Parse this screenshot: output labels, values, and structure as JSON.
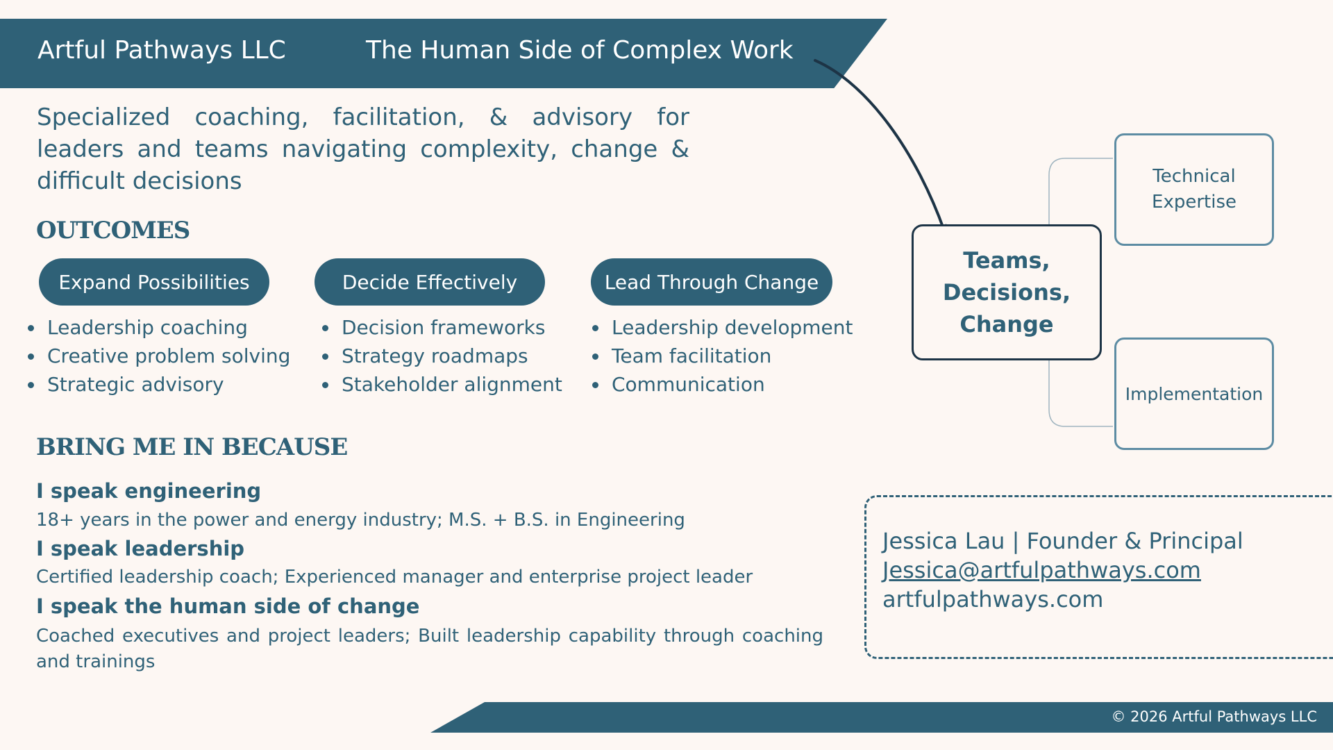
{
  "header": {
    "company": "Artful Pathways LLC",
    "tagline": "The Human Side of Complex Work"
  },
  "intro": "Specialized coaching, facilitation, & advisory for leaders and teams navigating complexity, change & difficult decisions",
  "outcomes": {
    "heading": "OUTCOMES",
    "columns": [
      {
        "title": "Expand Possibilities",
        "items": [
          "Leadership coaching",
          "Creative problem solving",
          "Strategic advisory"
        ]
      },
      {
        "title": "Decide Effectively",
        "items": [
          "Decision frameworks",
          "Strategy roadmaps",
          "Stakeholder alignment"
        ]
      },
      {
        "title": "Lead Through Change",
        "items": [
          "Leadership development",
          "Team facilitation",
          "Communication"
        ]
      }
    ]
  },
  "reasons": {
    "heading": "BRING ME IN BECAUSE",
    "items": [
      {
        "title": "I speak engineering",
        "text": "18+ years in the power and energy industry; M.S. + B.S. in Engineering"
      },
      {
        "title": "I speak leadership",
        "text": "Certified leadership coach; Experienced manager and enterprise project leader"
      },
      {
        "title": "I speak the human side of change",
        "text": "Coached executives and project leaders; Built leadership capability through coaching and trainings"
      }
    ]
  },
  "diagram": {
    "center": "Teams,\nDecisions,\nChange",
    "top": "Technical\nExpertise",
    "bottom": "Implementation"
  },
  "contact": {
    "name_title": "Jessica Lau | Founder & Principal",
    "email": "Jessica@artfulpathways.com",
    "website": "artfulpathways.com"
  },
  "footer": {
    "copyright": "© 2026 Artful Pathways LLC"
  }
}
